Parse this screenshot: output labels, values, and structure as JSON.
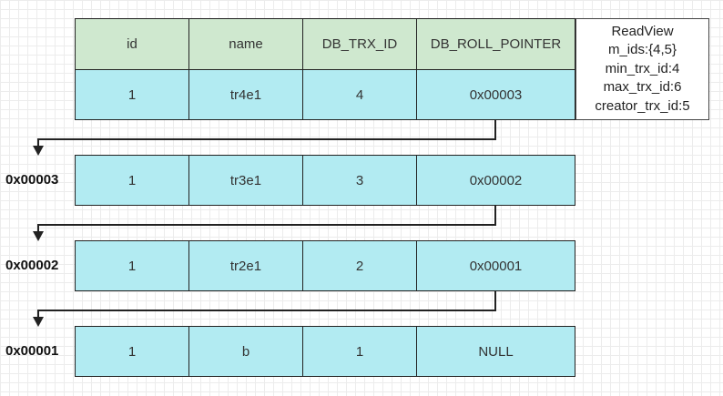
{
  "columns": [
    "id",
    "name",
    "DB_TRX_ID",
    "DB_ROLL_POINTER"
  ],
  "records": [
    {
      "address": "",
      "id": "1",
      "name": "tr4e1",
      "trx_id": "4",
      "roll_pointer": "0x00003"
    },
    {
      "address": "0x00003",
      "id": "1",
      "name": "tr3e1",
      "trx_id": "3",
      "roll_pointer": "0x00002"
    },
    {
      "address": "0x00002",
      "id": "1",
      "name": "tr2e1",
      "trx_id": "2",
      "roll_pointer": "0x00001"
    },
    {
      "address": "0x00001",
      "id": "1",
      "name": "b",
      "trx_id": "1",
      "roll_pointer": "NULL"
    }
  ],
  "readview": {
    "title": "ReadView",
    "m_ids": "m_ids:{4,5}",
    "min_trx_id": "min_trx_id:4",
    "max_trx_id": "max_trx_id:6",
    "creator_trx_id": "creator_trx_id:5"
  },
  "colors": {
    "header_bg": "#cfe8cf",
    "row_bg": "#b2ebf2",
    "border": "#222222",
    "arrow": "#222222"
  }
}
